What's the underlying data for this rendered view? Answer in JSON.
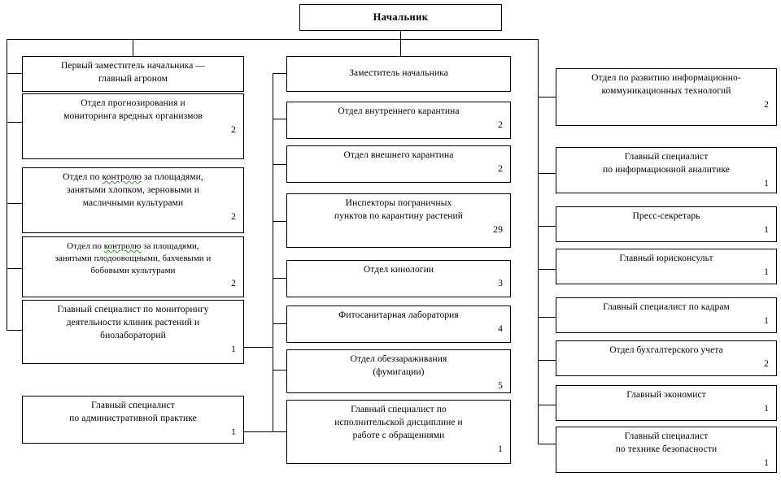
{
  "document": {
    "language": "ru",
    "kind": "organizational-chart",
    "background_color": "#ffffff",
    "line_color": "#000000",
    "spellcheck_underline_color": "#2f8f2f"
  },
  "root": {
    "label": "Начальник"
  },
  "columns": [
    {
      "name": "left-column",
      "head": "Первый заместитель начальника — главный агроном",
      "boxes": [
        {
          "id": "left-1",
          "lines": [
            "Первый заместитель начальника —",
            "главный агроном"
          ],
          "count": ""
        },
        {
          "id": "left-2",
          "lines": [
            "Отдел прогнозирования и",
            "мониторинга вредных организмов"
          ],
          "count": "2"
        },
        {
          "id": "left-3",
          "lines": [
            "Отдел по контролю за площадями,",
            "занятыми хлопком, зерновыми и",
            "масличными культурами"
          ],
          "count": "2",
          "misspelled": "контролю"
        },
        {
          "id": "left-4",
          "lines": [
            "Отдел по контролю за площадями,",
            "занятыми плодоовощными, бахчевыми и",
            "бобовыми культурами"
          ],
          "count": "2",
          "misspelled": "контролю"
        },
        {
          "id": "left-5",
          "lines": [
            "Главный специалист по мониторингу",
            "деятельности клиник растений и",
            "биолабораторий"
          ],
          "count": "1"
        },
        {
          "id": "left-6",
          "lines": [
            "Главный специалист",
            "по административной практике"
          ],
          "count": "1"
        }
      ]
    },
    {
      "name": "middle-column",
      "head": "Заместитель начальника",
      "boxes": [
        {
          "id": "mid-1",
          "lines": [
            "Заместитель начальника"
          ],
          "count": ""
        },
        {
          "id": "mid-2",
          "lines": [
            "Отдел внутреннего карантина"
          ],
          "count": "2"
        },
        {
          "id": "mid-3",
          "lines": [
            "Отдел внешнего карантина"
          ],
          "count": "2"
        },
        {
          "id": "mid-4",
          "lines": [
            "Инспекторы пограничных",
            "пунктов по карантину растений"
          ],
          "count": "29"
        },
        {
          "id": "mid-5",
          "lines": [
            "Отдел кинологии"
          ],
          "count": "3"
        },
        {
          "id": "mid-6",
          "lines": [
            "Фитосанитарная лаборатория"
          ],
          "count": "4"
        },
        {
          "id": "mid-7",
          "lines": [
            "Отдел обеззараживания",
            "(фумигации)"
          ],
          "count": "5"
        },
        {
          "id": "mid-8",
          "lines": [
            "Главный специалист по",
            "исполнительской дисциплине и",
            "работе с обращениями"
          ],
          "count": "1"
        }
      ]
    },
    {
      "name": "right-column",
      "head": "",
      "boxes": [
        {
          "id": "right-1",
          "lines": [
            "Отдел по развитию информационно-",
            "коммуникационных технологий"
          ],
          "count": "2"
        },
        {
          "id": "right-2",
          "lines": [
            "Главный специалист",
            "по информационной аналитике"
          ],
          "count": "1"
        },
        {
          "id": "right-3",
          "lines": [
            "Пресс-секретарь"
          ],
          "count": "1"
        },
        {
          "id": "right-4",
          "lines": [
            "Главный юрисконсульт"
          ],
          "count": "1"
        },
        {
          "id": "right-5",
          "lines": [
            "Главный специалист по кадрам"
          ],
          "count": "1"
        },
        {
          "id": "right-6",
          "lines": [
            "Отдел бухгалтерского учета"
          ],
          "count": "2"
        },
        {
          "id": "right-7",
          "lines": [
            "Главный экономист"
          ],
          "count": "1"
        },
        {
          "id": "right-8",
          "lines": [
            "Главный специалист",
            "по технике безопасности"
          ],
          "count": "1"
        }
      ]
    }
  ]
}
